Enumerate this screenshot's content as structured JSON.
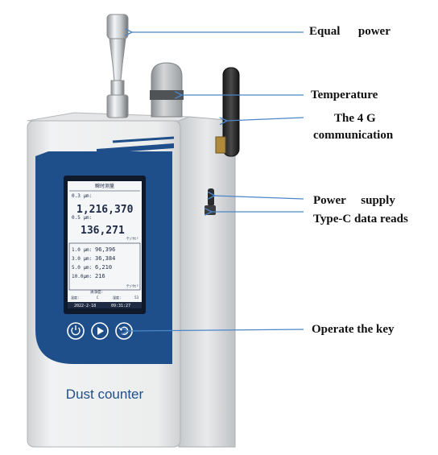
{
  "callouts": {
    "equal_power": "Equal      power",
    "temperature": "Temperature",
    "fourg_line1": "The 4 G",
    "fourg_line2": "communication",
    "power_supply": "Power     supply",
    "typec": "Type-C data reads",
    "operate_key": "Operate the key"
  },
  "device": {
    "label": "Dust counter",
    "screen": {
      "title": "瞬时测量",
      "ch1_label": "0.3 μm:",
      "ch1_value": "1,216,370",
      "ch2_label": "0.5 μm:",
      "ch2_value": "136,271",
      "unit": "个/ft³",
      "rows": [
        {
          "label": "1.0 μm:",
          "value": "96,396"
        },
        {
          "label": "3.0 μm:",
          "value": "36,384"
        },
        {
          "label": "5.0 μm:",
          "value": "6,210"
        },
        {
          "label": "10.0μm:",
          "value": "216"
        }
      ],
      "unit2": "个/ft³",
      "status": "清净度:",
      "temp_label": "温度:",
      "temp_value": "C",
      "humid_label": "湿度:",
      "humid_value": "53",
      "date": "2022-2-18",
      "time": "09:31:27"
    }
  },
  "colors": {
    "panel_blue": "#1f4f8a",
    "body_silver": "#d9dbdd",
    "arrow_blue": "#4a86c8"
  },
  "icons": {
    "power_button": "power-icon",
    "play_button": "play-icon",
    "cycle_button": "cycle-icon"
  }
}
